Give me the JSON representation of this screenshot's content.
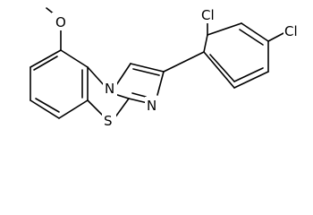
{
  "structure": {
    "atoms": {
      "methoxy_oxygen": "O",
      "thiazole_sulfur": "S",
      "bridgehead_nitrogen": "N",
      "imidazole_nitrogen": "N",
      "chlorine_ortho": "Cl",
      "chlorine_para": "Cl"
    }
  },
  "colors": {
    "bond": "#000000",
    "label": "#000000",
    "background": "#ffffff"
  }
}
